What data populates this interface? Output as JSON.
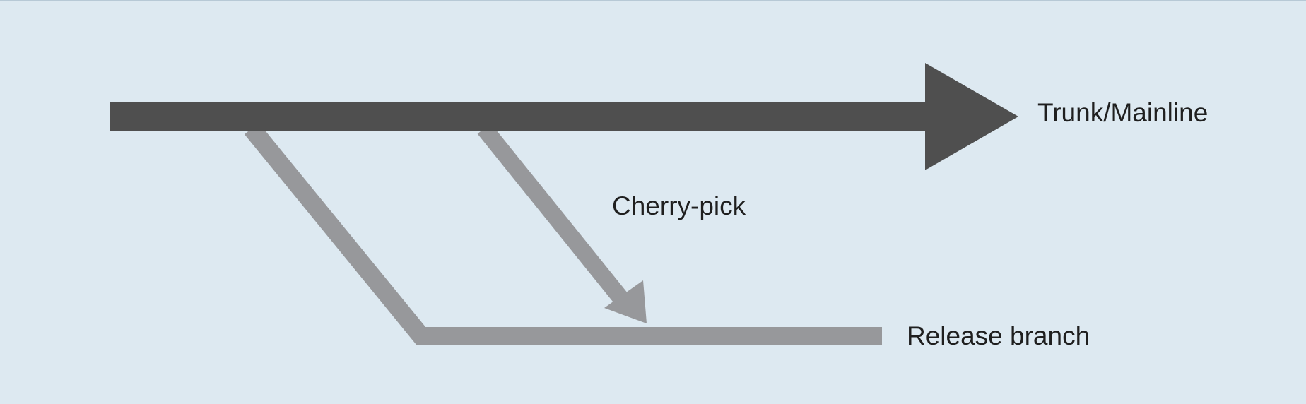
{
  "diagram": {
    "labels": {
      "trunk": "Trunk/Mainline",
      "cherry_pick": "Cherry-pick",
      "release": "Release branch"
    },
    "colors": {
      "background": "#dde9f1",
      "trunk": "#4f4f4f",
      "branch": "#97989b",
      "text": "#1f1f1f"
    }
  }
}
